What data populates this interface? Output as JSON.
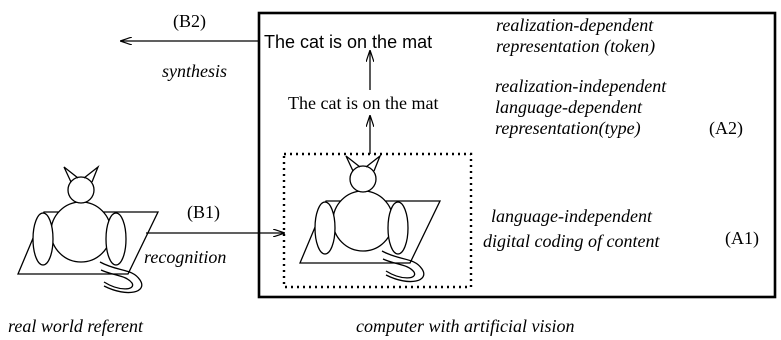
{
  "labels": {
    "b2": "(B2)",
    "b1": "(B1)",
    "a2": "(A2)",
    "a1": "(A1)",
    "synthesis": "synthesis",
    "recognition": "recognition",
    "token_sentence": "The cat is on the mat",
    "type_sentence": "The cat is on the mat",
    "token_desc_1": "realization-dependent",
    "token_desc_2": "representation (token)",
    "type_desc_1": "realization-independent",
    "type_desc_2": "language-dependent",
    "type_desc_3": "representation(type)",
    "content_desc_1": "language-independent",
    "content_desc_2": "digital coding of content",
    "real_world": "real world referent",
    "computer": "computer with artificial vision"
  }
}
